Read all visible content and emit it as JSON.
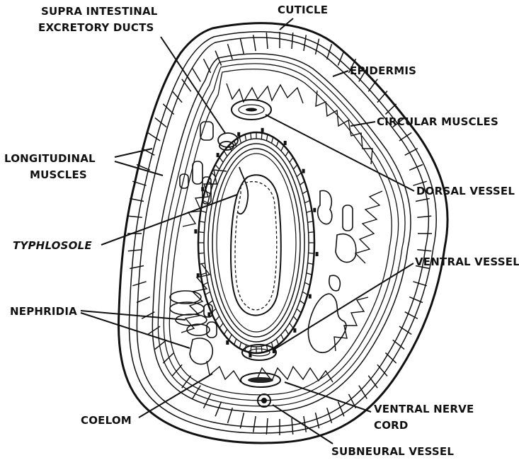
{
  "labels": {
    "cuticle": "CUTICLE",
    "supra_line1": "SUPRA INTESTINAL",
    "supra_line2": "EXCRETORY DUCTS",
    "epidermis": "EPIDERMIS",
    "circular_muscles": "CIRCULAR MUSCLES",
    "longitudinal_line1": "LONGITUDINAL",
    "longitudinal_line2": "MUSCLES",
    "dorsal_vessel": "DORSAL VESSEL",
    "typhlosole": "TYPHLOSOLE",
    "ventral_vessel": "VENTRAL VESSEL",
    "nephridia": "NEPHRIDIA",
    "coelom": "COELOM",
    "ventral_nerve_line1": "VENTRAL NERVE",
    "ventral_nerve_line2": "CORD",
    "subneural_vessel": "SUBNEURAL VESSEL"
  }
}
